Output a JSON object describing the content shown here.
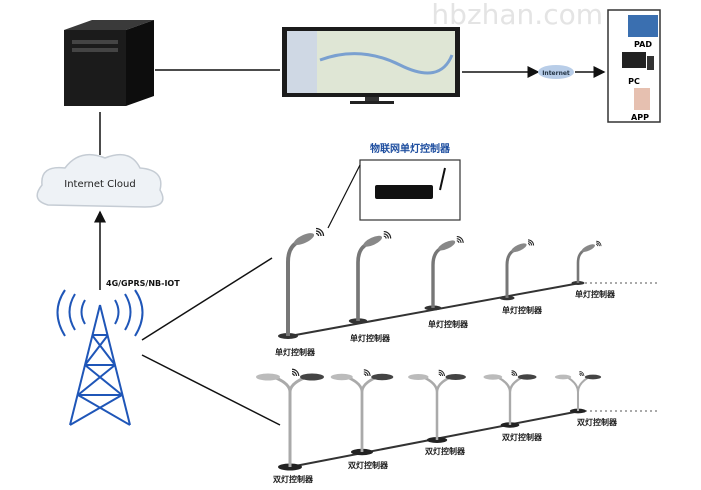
{
  "watermark": "hbzhan.com",
  "devices": {
    "pad": "PAD",
    "pc": "PC",
    "app": "APP"
  },
  "internet_label": "Internet",
  "cloud_label": "Internet Cloud",
  "network_label": "4G/GPRS/NB-IOT",
  "controller_title": "物联网单灯控制器",
  "single_row": [
    "单灯控制器",
    "单灯控制器",
    "单灯控制器",
    "单灯控制器",
    "单灯控制器"
  ],
  "double_row": [
    "双灯控制器",
    "双灯控制器",
    "双灯控制器",
    "双灯控制器",
    "双灯控制器"
  ],
  "colors": {
    "accent": "#1f4fa0",
    "cloud": "#e8eef5",
    "tower": "#1f56b8"
  }
}
